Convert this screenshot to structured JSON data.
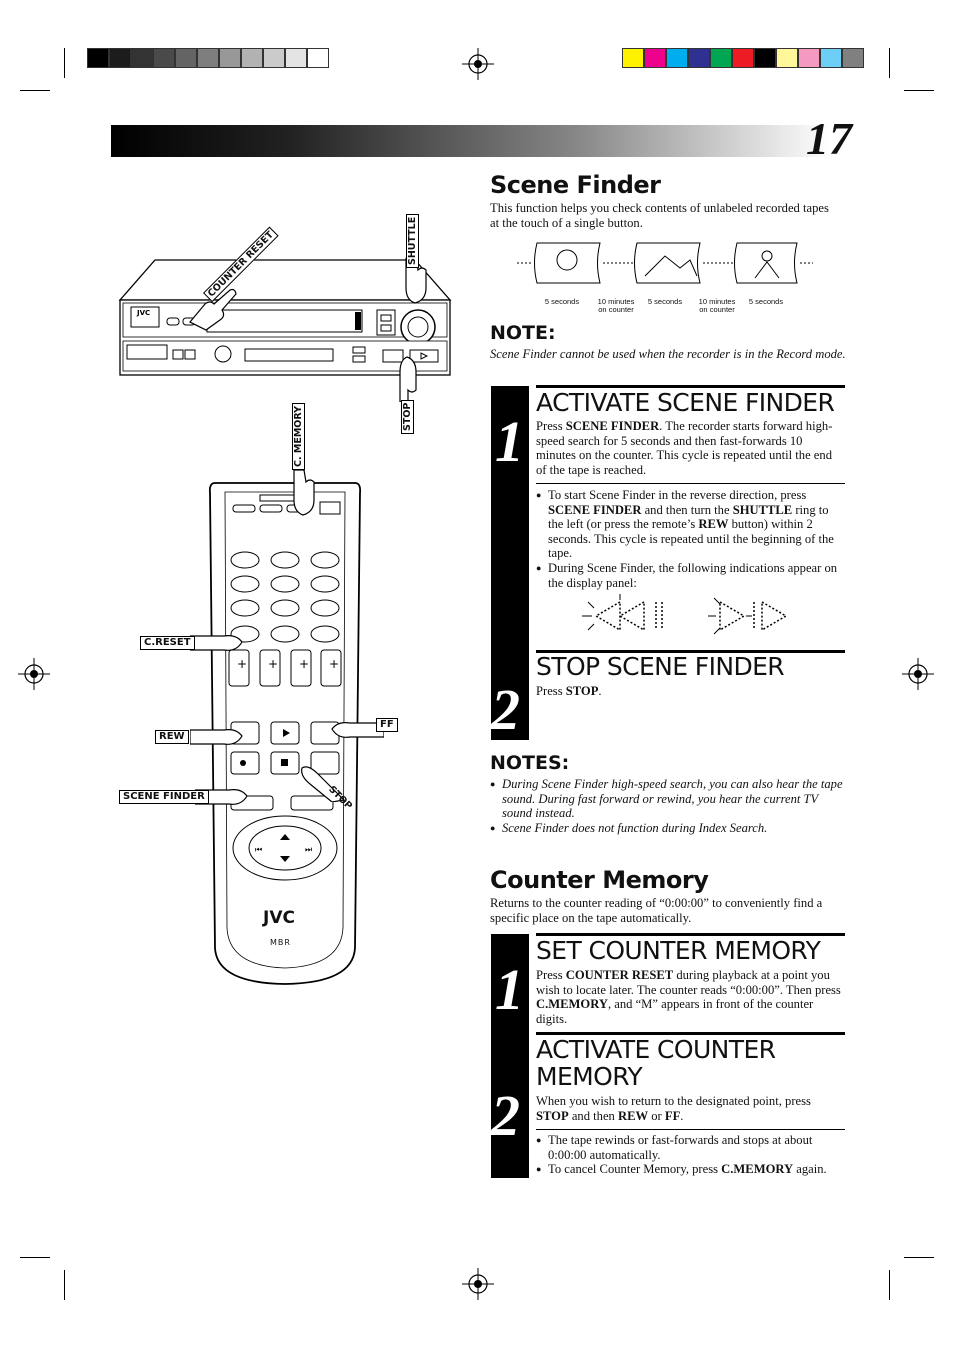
{
  "page_number": "17",
  "colors": {
    "grays": [
      "#000000",
      "#1c1c1c",
      "#333333",
      "#4a4a4a",
      "#646464",
      "#7e7e7e",
      "#989898",
      "#b2b2b2",
      "#cbcbcb",
      "#e4e4e4",
      "#ffffff"
    ],
    "hues": [
      "#fff200",
      "#ec008c",
      "#00aeef",
      "#2e3192",
      "#00a651",
      "#ed1c24",
      "#000000",
      "#fff799",
      "#f49ac1",
      "#6dcff6",
      "#808080"
    ]
  },
  "scene_finder": {
    "title": "Scene Finder",
    "intro": "This function helps you check contents of unlabeled recorded tapes at the touch of a single button.",
    "timeline": [
      "5 seconds",
      "10 minutes on counter",
      "5 seconds",
      "10 minutes on counter",
      "5 seconds"
    ],
    "note_heading": "NOTE:",
    "note_text": "Scene Finder cannot be used when the recorder is in the Record mode.",
    "step1": {
      "number": "1",
      "title": "ACTIVATE SCENE FINDER",
      "p_pre": "Press ",
      "p_bold": "SCENE FINDER",
      "p_post": ". The recorder starts forward high-speed search for 5 seconds and then fast-forwards 10 minutes on the counter. This cycle is repeated until the end of the tape is reached.",
      "b1_a": "To start Scene Finder in the reverse direction, press ",
      "b1_b": "SCENE FINDER",
      "b1_c": " and then turn the ",
      "b1_d": "SHUTTLE",
      "b1_e": " ring to the left (or press the remote’s ",
      "b1_f": "REW",
      "b1_g": " button) within 2 seconds. This cycle is repeated until the beginning of the tape.",
      "b2": "During Scene Finder, the following indications appear on the display panel:"
    },
    "step2": {
      "number": "2",
      "title": "STOP SCENE FINDER",
      "p_pre": "Press ",
      "p_bold": "STOP",
      "p_post": "."
    },
    "notes_heading": "NOTES:",
    "notes": [
      "During Scene Finder high-speed search, you can also hear the tape sound. During fast forward or rewind, you hear the current TV sound instead.",
      "Scene Finder does not function during Index Search."
    ]
  },
  "counter_memory": {
    "title": "Counter Memory",
    "intro": "Returns to the counter reading of “0:00:00” to conveniently find a specific place on the tape automatically.",
    "step1": {
      "number": "1",
      "title": "SET COUNTER MEMORY",
      "a": "Press ",
      "b": "COUNTER RESET",
      "c": " during playback at a point you wish to locate later. The counter reads “0:00:00”. Then press ",
      "d": "C.MEMORY",
      "e": ", and “M” appears in front of the counter digits."
    },
    "step2": {
      "number": "2",
      "title_line1": "ACTIVATE COUNTER",
      "title_line2": "MEMORY",
      "a": "When you wish to return to the designated point, press ",
      "b": "STOP",
      "c": " and then ",
      "d": "REW",
      "e": " or ",
      "f": "FF",
      "g": ".",
      "bullet1": "The tape rewinds or fast-forwards and stops at about 0:00:00 automatically.",
      "bullet2_a": "To cancel Counter Memory, press ",
      "bullet2_b": "C.MEMORY",
      "bullet2_c": " again."
    }
  },
  "illustration": {
    "vcr_labels": {
      "counter_reset": "COUNTER RESET",
      "shuttle": "SHUTTLE",
      "stop": "STOP",
      "brand": "JVC"
    },
    "remote_labels": {
      "c_memory": "C. MEMORY",
      "c_reset": "C.RESET",
      "rew": "REW",
      "ff": "FF",
      "scene_finder": "SCENE FINDER",
      "stop": "STOP",
      "brand": "JVC",
      "sub_brand": "MBR"
    }
  }
}
